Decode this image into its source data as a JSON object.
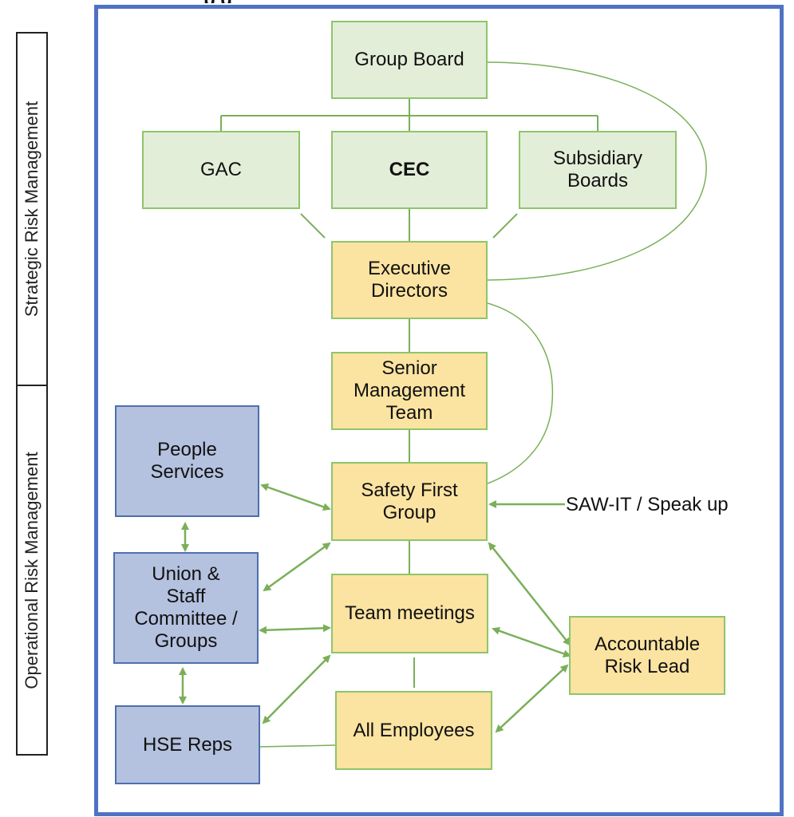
{
  "header": {
    "title_fragment": "p                                  g"
  },
  "sidebar": {
    "strategic_label": "Strategic Risk Management",
    "operational_label": "Operational Risk Management"
  },
  "nodes": {
    "group_board": "Group Board",
    "gac": "GAC",
    "cec": "CEC",
    "subsidiary_boards": "Subsidiary\nBoards",
    "executive_directors": "Executive\nDirectors",
    "senior_management_team": "Senior\nManagement\nTeam",
    "safety_first_group": "Safety First\nGroup",
    "team_meetings": "Team meetings",
    "all_employees": "All Employees",
    "accountable_risk_lead": "Accountable\nRisk Lead",
    "people_services": "People\nServices",
    "union_staff": "Union &\nStaff\nCommittee /\nGroups",
    "hse_reps": "HSE Reps"
  },
  "annotations": {
    "saw_it": "SAW-IT / Speak up"
  },
  "colors": {
    "frame": "#4f72c4",
    "green_fill": "#e3eed9",
    "amber_fill": "#fbe3a1",
    "blue_fill": "#b4c1df",
    "connector": "#7aaf5a"
  }
}
